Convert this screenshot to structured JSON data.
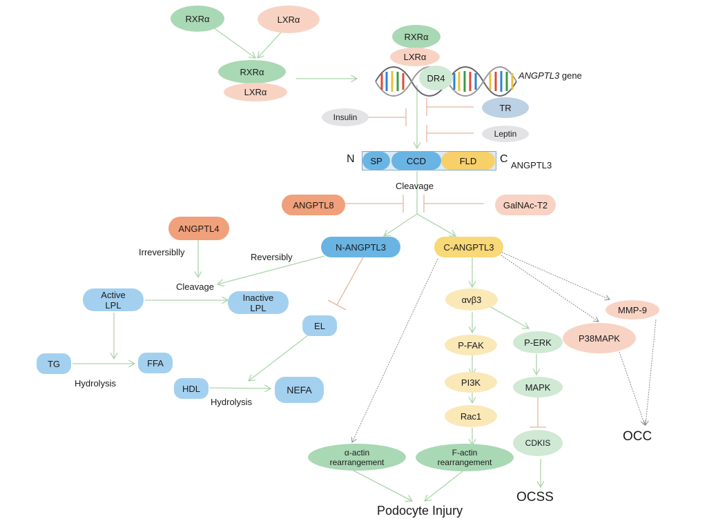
{
  "nodes": {
    "rxr_top": "RXRα",
    "lxr_top": "LXRα",
    "rxr_mid": "RXRα",
    "lxr_mid": "LXRα",
    "rxr_gene": "RXRα",
    "lxr_gene": "LXRα",
    "dr4": "DR4",
    "gene_label_italic": "ANGPTL3",
    "gene_label_suffix": " gene",
    "tr": "TR",
    "insulin": "Insulin",
    "leptin": "Leptin",
    "protein": {
      "n": "N",
      "c": "C",
      "sp": "SP",
      "ccd": "CCD",
      "fld": "FLD",
      "name": "ANGPTL3"
    },
    "cleavage_main": "Cleavage",
    "angptl8": "ANGPTL8",
    "galnac": "GalNAc-T2",
    "angptl4": "ANGPTL4",
    "irreversibly": "Irreversiblly",
    "reversibly": "Reversibly",
    "n_angptl3": "N-ANGPTL3",
    "c_angptl3": "C-ANGPTL3",
    "cleavage_lpl": "Cleavage",
    "active_lpl": "Active\nLPL",
    "inactive_lpl": "Inactive\nLPL",
    "el": "EL",
    "tg": "TG",
    "ffa": "FFA",
    "hydrolysis1": "Hydrolysis",
    "hdl": "HDL",
    "nefa": "NEFA",
    "hydrolysis2": "Hydrolysis",
    "avb3": "αvβ3",
    "pfak": "P-FAK",
    "pi3k": "PI3K",
    "rac1": "Rac1",
    "perk": "P-ERK",
    "mapk": "MAPK",
    "cdkis": "CDKIS",
    "mmp9": "MMP-9",
    "p38mapk": "P38MAPK",
    "occ": "OCC",
    "ocss": "OCSS",
    "a_actin": "α-actin\nrearrangement",
    "f_actin": "F-actin\nrearrangement",
    "podocyte": "Podocyte Injury"
  },
  "colors": {
    "activation": "#a9d6a8",
    "inhibition": "#e8b49c",
    "indirect": "#8a8a8a"
  }
}
